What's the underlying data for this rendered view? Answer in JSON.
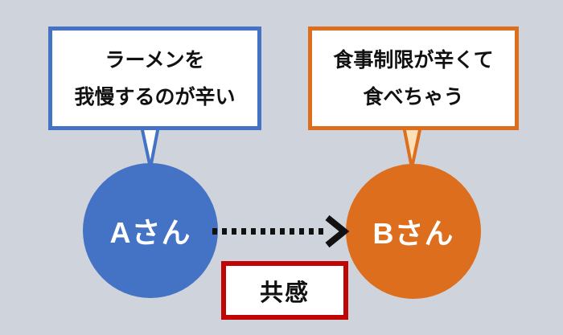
{
  "colors": {
    "background": "#CFD4DC",
    "blue": "#4472C4",
    "orange": "#DC6E1E",
    "red": "#C00505",
    "arrow_black": "#111111",
    "tail_a_fill": "#FFFFFF",
    "tail_b_fill": "#FBE0B8"
  },
  "bubble_a": {
    "line1": "ラーメンを",
    "line2": "我慢するのが辛い"
  },
  "bubble_b": {
    "line1": "食事制限が辛くて",
    "line2": "食べちゃう"
  },
  "person_a": {
    "label": "Aさん"
  },
  "person_b": {
    "label": "Bさん"
  },
  "relation": {
    "label": "共感"
  }
}
